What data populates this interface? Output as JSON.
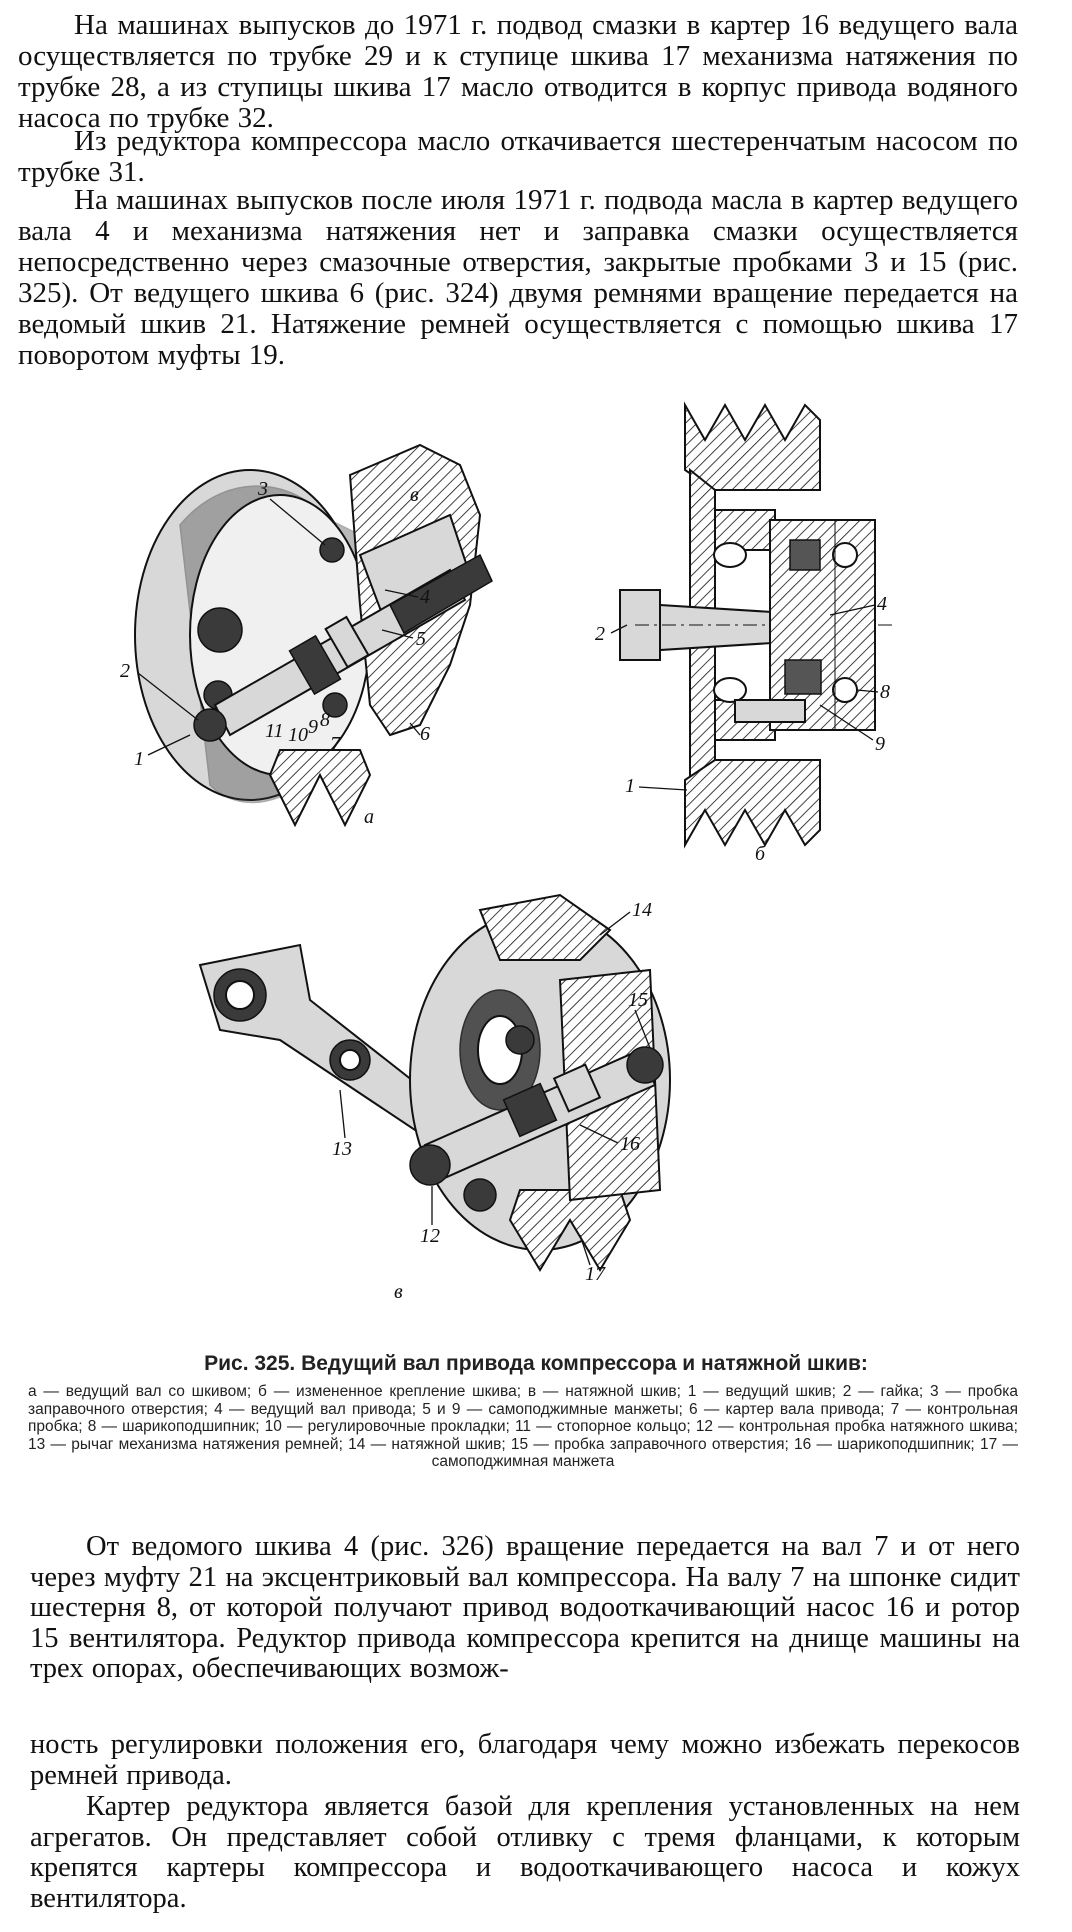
{
  "paragraphs": {
    "p1": "На машинах выпусков до 1971 г. подвод смазки в картер 16 ведущего вала осуществляется по трубке 29 и к ступице шкива 17 механизма натяжения по трубке 28, а из ступицы шкива 17 масло отводится в корпус привода водяного насоса по трубке 32.",
    "p2": "Из редуктора компрессора масло откачивается шестеренчатым насосом по трубке 31.",
    "p3": "На машинах выпусков после июля 1971 г. подвода масла в картер ведущего вала 4 и механизма натяжения нет и заправка смазки осуществляется непосредственно через смазочные отверстия, закрытые пробками 3 и 15 (рис. 325). От ведущего шкива 6 (рис. 324) двумя ремнями вращение передается на ведомый шкив 21. Натяжение ремней осуществляется с помощью шкива 17 поворотом муфты 19.",
    "p4": "От ведомого шкива 4 (рис. 326) вращение передается на вал 7 и от него через муфту 21 на эксцентриковый вал компрессора. На валу 7 на шпонке сидит шестерня 8, от которой получают привод водооткачивающий насос 16 и ротор 15 вентилятора. Редуктор привода компрессора крепится на днище машины на трех опорах, обеспечивающих возмож-",
    "p5": "ность регулировки положения его, благодаря чему можно избежать перекосов ремней привода.",
    "p6": "Картер редуктора является базой для крепления установленных на нем агрегатов. Он представляет собой отливку с тремя фланцами, к которым крепятся картеры компрессора и водооткачивающего насоса и кожух вентилятора."
  },
  "figure": {
    "caption_title": "Рис. 325. Ведущий вал привода компрессора и натяжной шкив:",
    "caption_body": "а — ведущий вал со шкивом; б — измененное крепление шкива; в — натяжной шкив; 1 — ведущий шкив; 2 — гайка; 3 — пробка заправочного отверстия; 4 — ведущий вал привода; 5 и 9 — самоподжимные манжеты; 6 — картер вала привода; 7 — контрольная пробка; 8 — шарикоподшипник; 10 — регулировочные прокладки; 11 — стопорное кольцо; 12 — контрольная пробка натяжного шкива; 13 — рычаг механизма натяжения ремней; 14 — натяжной шкив; 15 — пробка заправочного отверстия; 16 — шарикоподшипник; 17 — самоподжимная манжета",
    "sub_a": {
      "letter": "а",
      "labels": {
        "l1": "1",
        "l2": "2",
        "l3": "3",
        "l4": "4",
        "l5": "5",
        "l6": "6",
        "l7": "7",
        "l8": "8",
        "l9": "9",
        "l10": "10",
        "l11": "11",
        "lv": "в"
      }
    },
    "sub_b": {
      "letter": "б",
      "labels": {
        "l1": "1",
        "l2": "2",
        "l4": "4",
        "l8": "8",
        "l9": "9"
      }
    },
    "sub_v": {
      "letter": "в",
      "labels": {
        "l12": "12",
        "l13": "13",
        "l14": "14",
        "l15": "15",
        "l16": "16",
        "l17": "17"
      }
    }
  }
}
